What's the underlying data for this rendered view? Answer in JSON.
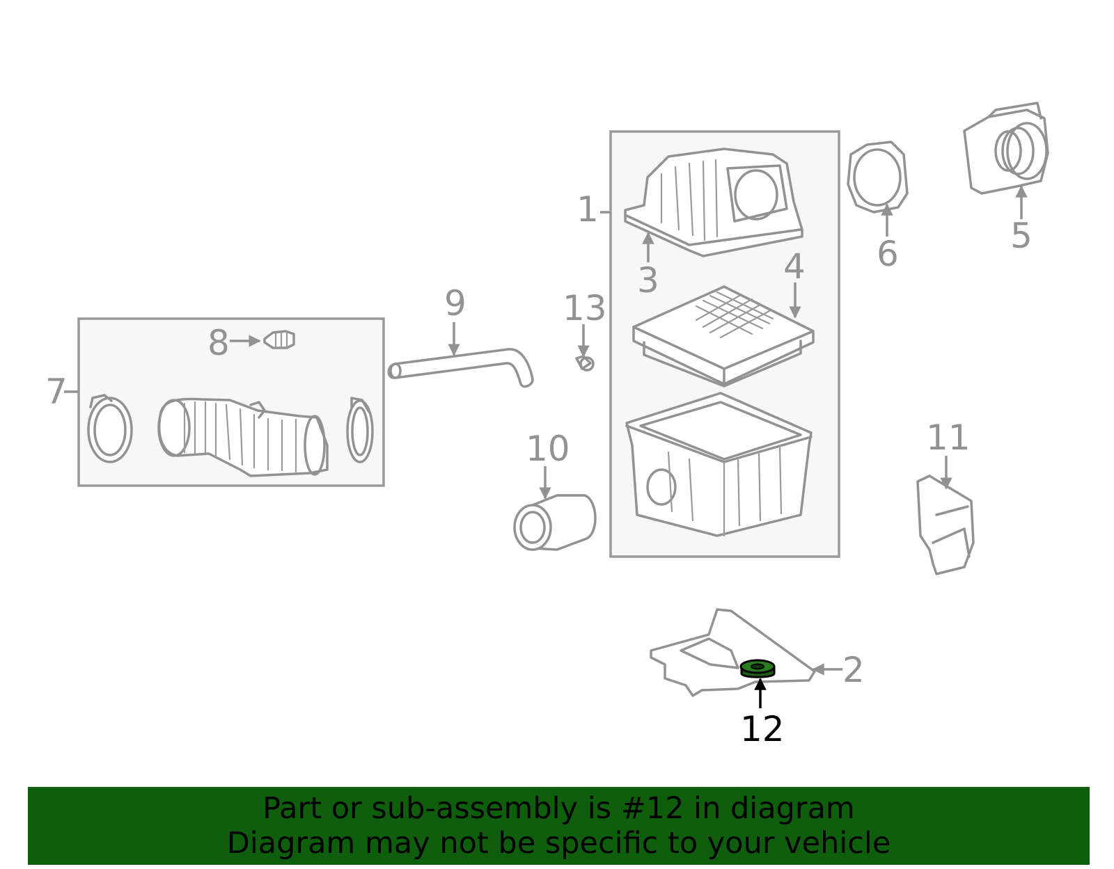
{
  "callouts": {
    "c1": "1",
    "c2": "2",
    "c3": "3",
    "c4": "4",
    "c5": "5",
    "c6": "6",
    "c7": "7",
    "c8": "8",
    "c9": "9",
    "c10": "10",
    "c11": "11",
    "c12": "12",
    "c13": "13"
  },
  "highlighted_part": "12",
  "banner": {
    "line1": "Part or sub-assembly is #12 in diagram",
    "line2": "Diagram may not be specific to your vehicle"
  },
  "colors": {
    "part_line": "#929292",
    "highlight_part": "#1a5c14",
    "banner_bg": "#0f5e0e",
    "banner_text": "#000000"
  }
}
